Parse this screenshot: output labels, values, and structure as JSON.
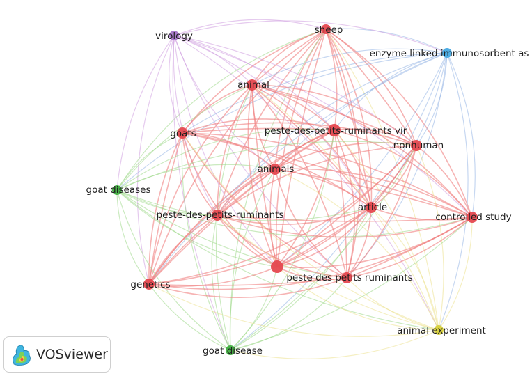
{
  "colors": {
    "red": "#e5484f",
    "green": "#3fae3f",
    "blue": "#46a9e3",
    "purple": "#a776c9",
    "yellow": "#d6cf3a",
    "edge_red": "#f08080",
    "edge_green": "#9fd98a",
    "edge_blue": "#98b6e6",
    "edge_purple": "#cf9fe0",
    "edge_yellow": "#ece28f"
  },
  "brand": {
    "name": "VOSviewer",
    "icon": "vosviewer-logo-icon"
  },
  "nodes": [
    {
      "id": "sheep",
      "label": "sheep",
      "cluster": "red"
    },
    {
      "id": "virology",
      "label": "virology",
      "cluster": "purple"
    },
    {
      "id": "elisa",
      "label": "enzyme linked immunosorbent as",
      "cluster": "blue"
    },
    {
      "id": "animal",
      "label": "animal",
      "cluster": "red"
    },
    {
      "id": "goats",
      "label": "goats",
      "cluster": "red"
    },
    {
      "id": "pprv",
      "label": "peste-des-petits-ruminants vir",
      "cluster": "red"
    },
    {
      "id": "nonhuman",
      "label": "nonhuman",
      "cluster": "red"
    },
    {
      "id": "animals",
      "label": "animals",
      "cluster": "red"
    },
    {
      "id": "goat_diseases",
      "label": "goat diseases",
      "cluster": "green"
    },
    {
      "id": "article",
      "label": "article",
      "cluster": "red"
    },
    {
      "id": "ppr_hyph",
      "label": "peste-des-petits-ruminants",
      "cluster": "red"
    },
    {
      "id": "controlled",
      "label": "controlled study",
      "cluster": "red"
    },
    {
      "id": "ppr_center",
      "label": "",
      "cluster": "red"
    },
    {
      "id": "ppr_space",
      "label": "peste des petits ruminants",
      "cluster": "red"
    },
    {
      "id": "genetics",
      "label": "genetics",
      "cluster": "red"
    },
    {
      "id": "animal_exp",
      "label": "animal experiment",
      "cluster": "yellow"
    },
    {
      "id": "goat_disease",
      "label": "goat disease",
      "cluster": "green"
    }
  ]
}
